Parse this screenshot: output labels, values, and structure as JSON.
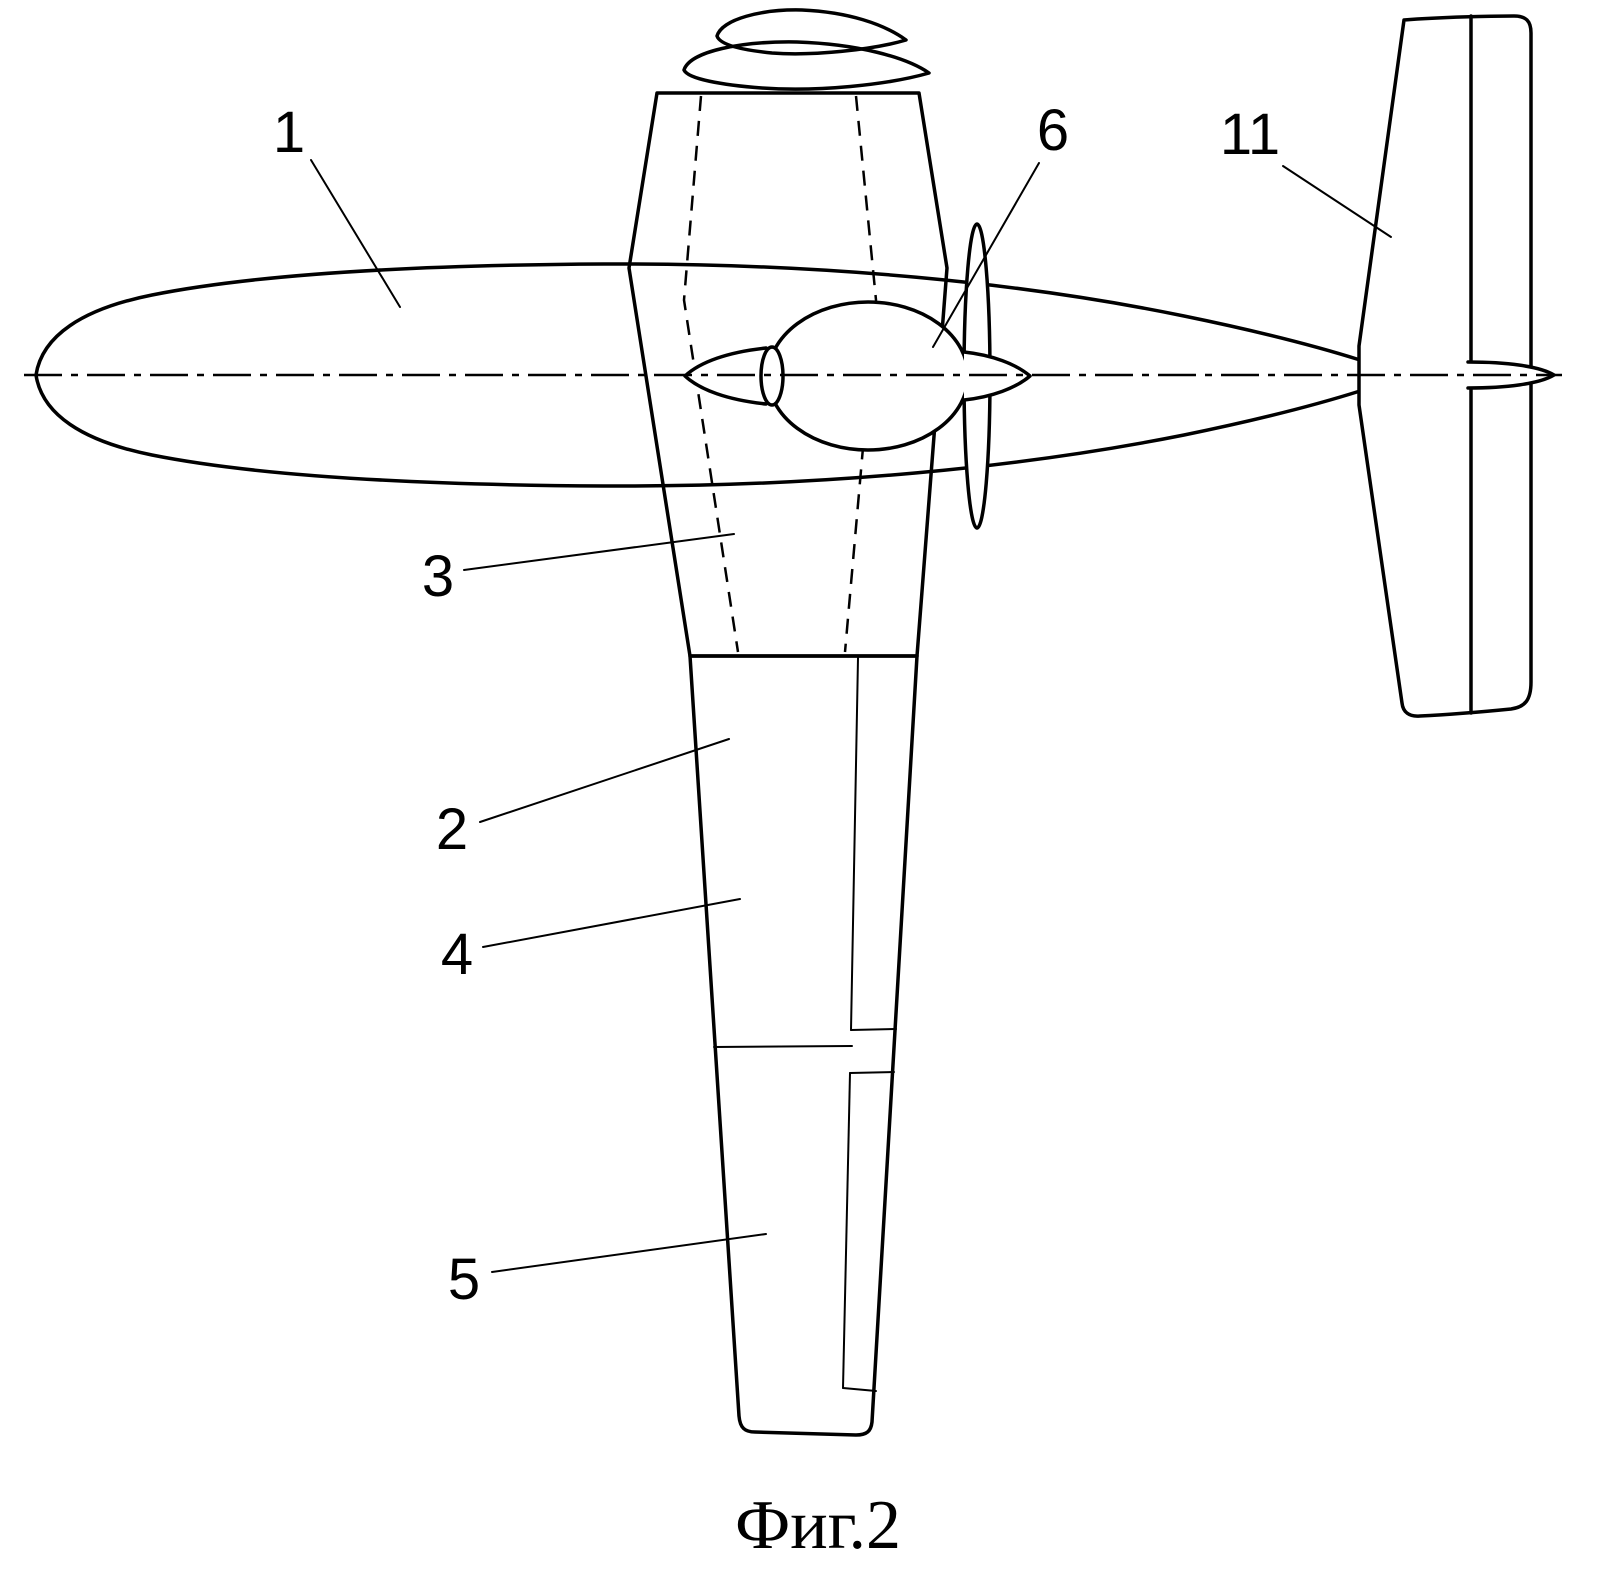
{
  "figure": {
    "caption": "Фиг.2",
    "callouts": {
      "fuselage": "1",
      "wing": "2",
      "pivot_wing_outline": "3",
      "flap": "4",
      "aileron": "5",
      "engine_nacelle": "6",
      "tailplane": "11"
    }
  }
}
